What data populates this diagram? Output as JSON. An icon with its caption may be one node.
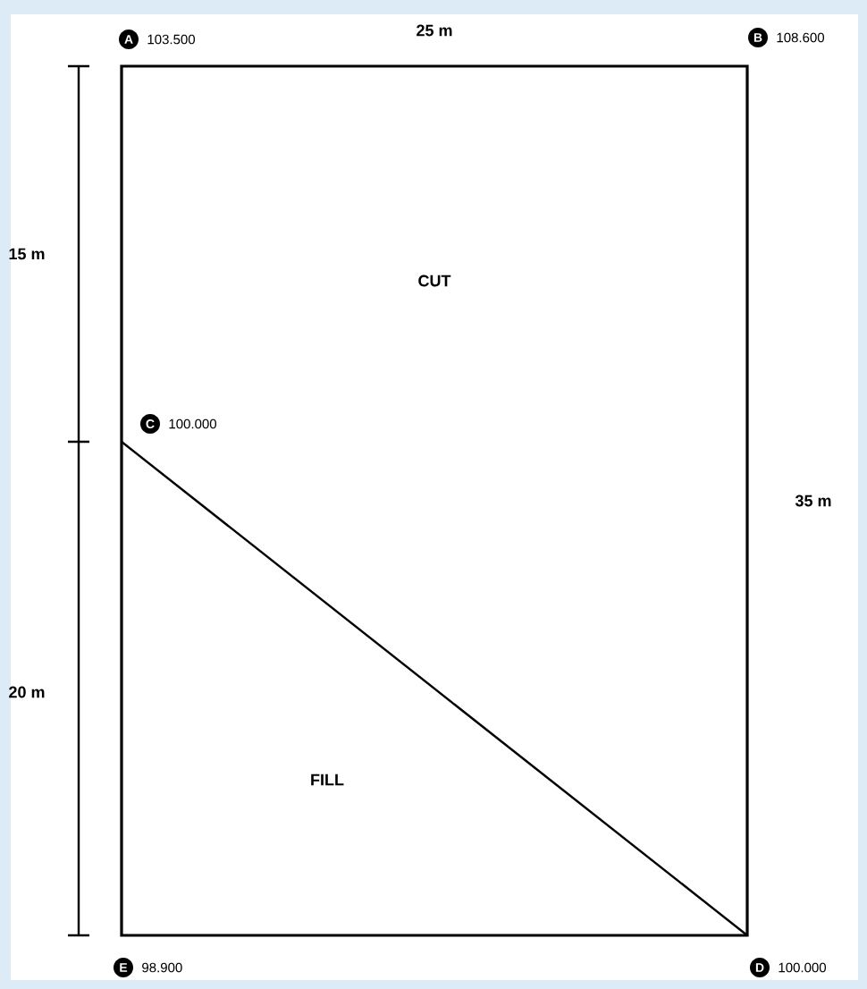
{
  "diagram": {
    "nodes": [
      {
        "text": [
          "A"
        ],
        "beside": [
          "103.500"
        ]
      },
      {
        "text": [
          "B"
        ],
        "beside": [
          "108.600"
        ]
      },
      {
        "text": [
          "C"
        ],
        "beside": [
          "100.000"
        ]
      },
      {
        "text": [
          "D"
        ],
        "beside": [
          "100.000"
        ]
      },
      {
        "text": [
          "E"
        ],
        "beside": [
          "98.900"
        ]
      }
    ],
    "labels": [
      "25 m",
      "15 m",
      "CUT",
      "35 m",
      "20 m",
      "FILL"
    ]
  }
}
